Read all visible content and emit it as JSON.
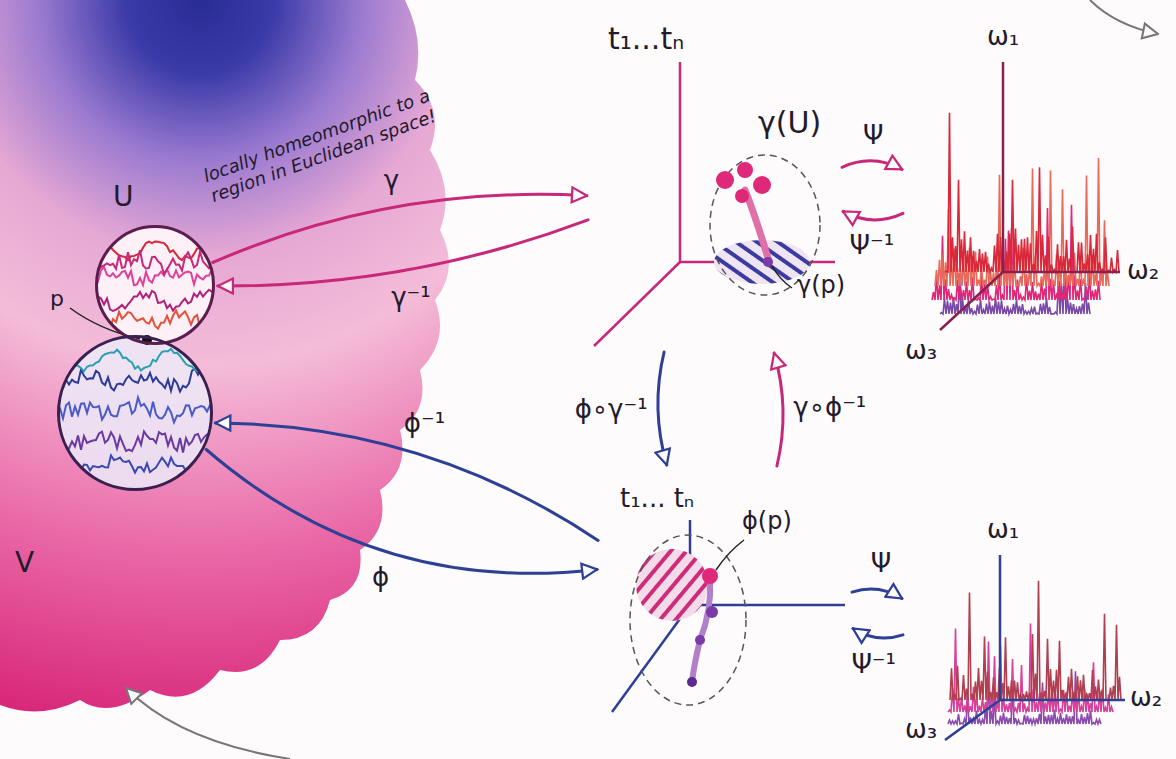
{
  "diagram": {
    "nodes": [
      {
        "text": [
          "U"
        ]
      },
      {
        "text": [
          "V"
        ]
      },
      {
        "text": [
          "t₁...tₙ",
          "γ(U)"
        ]
      },
      {
        "text": [
          "ω₁",
          "ω₂",
          "ω₃"
        ]
      },
      {
        "text": [
          "t₁... tₙ"
        ]
      },
      {
        "text": [
          "ω₁",
          "ω₂",
          "ω₃"
        ]
      }
    ],
    "edges": [
      {
        "from": 0,
        "to": 2,
        "label": "γ",
        "arrow": "to"
      },
      {
        "from": 2,
        "to": 0,
        "label": "γ⁻¹",
        "arrow": "to"
      },
      {
        "from": 2,
        "to": 3,
        "label": "Ψ",
        "arrow": "to"
      },
      {
        "from": 3,
        "to": 2,
        "label": "Ψ⁻¹",
        "arrow": "to"
      },
      {
        "from": 1,
        "to": 4,
        "label": "ϕ",
        "arrow": "to"
      },
      {
        "from": 4,
        "to": 1,
        "label": "ϕ⁻¹",
        "arrow": "to"
      },
      {
        "from": 2,
        "to": 4,
        "label": "ϕ∘γ⁻¹",
        "arrow": "to"
      },
      {
        "from": 4,
        "to": 2,
        "label": "γ∘ϕ⁻¹",
        "arrow": "to"
      },
      {
        "from": 4,
        "to": 5,
        "label": "Ψ",
        "arrow": "to"
      },
      {
        "from": 5,
        "to": 4,
        "label": "Ψ⁻¹",
        "arrow": "to"
      }
    ],
    "labels": [
      "locally homeomorphic to a region in Euclidean space!",
      "p",
      "γ(p)",
      "ϕ(p)"
    ]
  }
}
